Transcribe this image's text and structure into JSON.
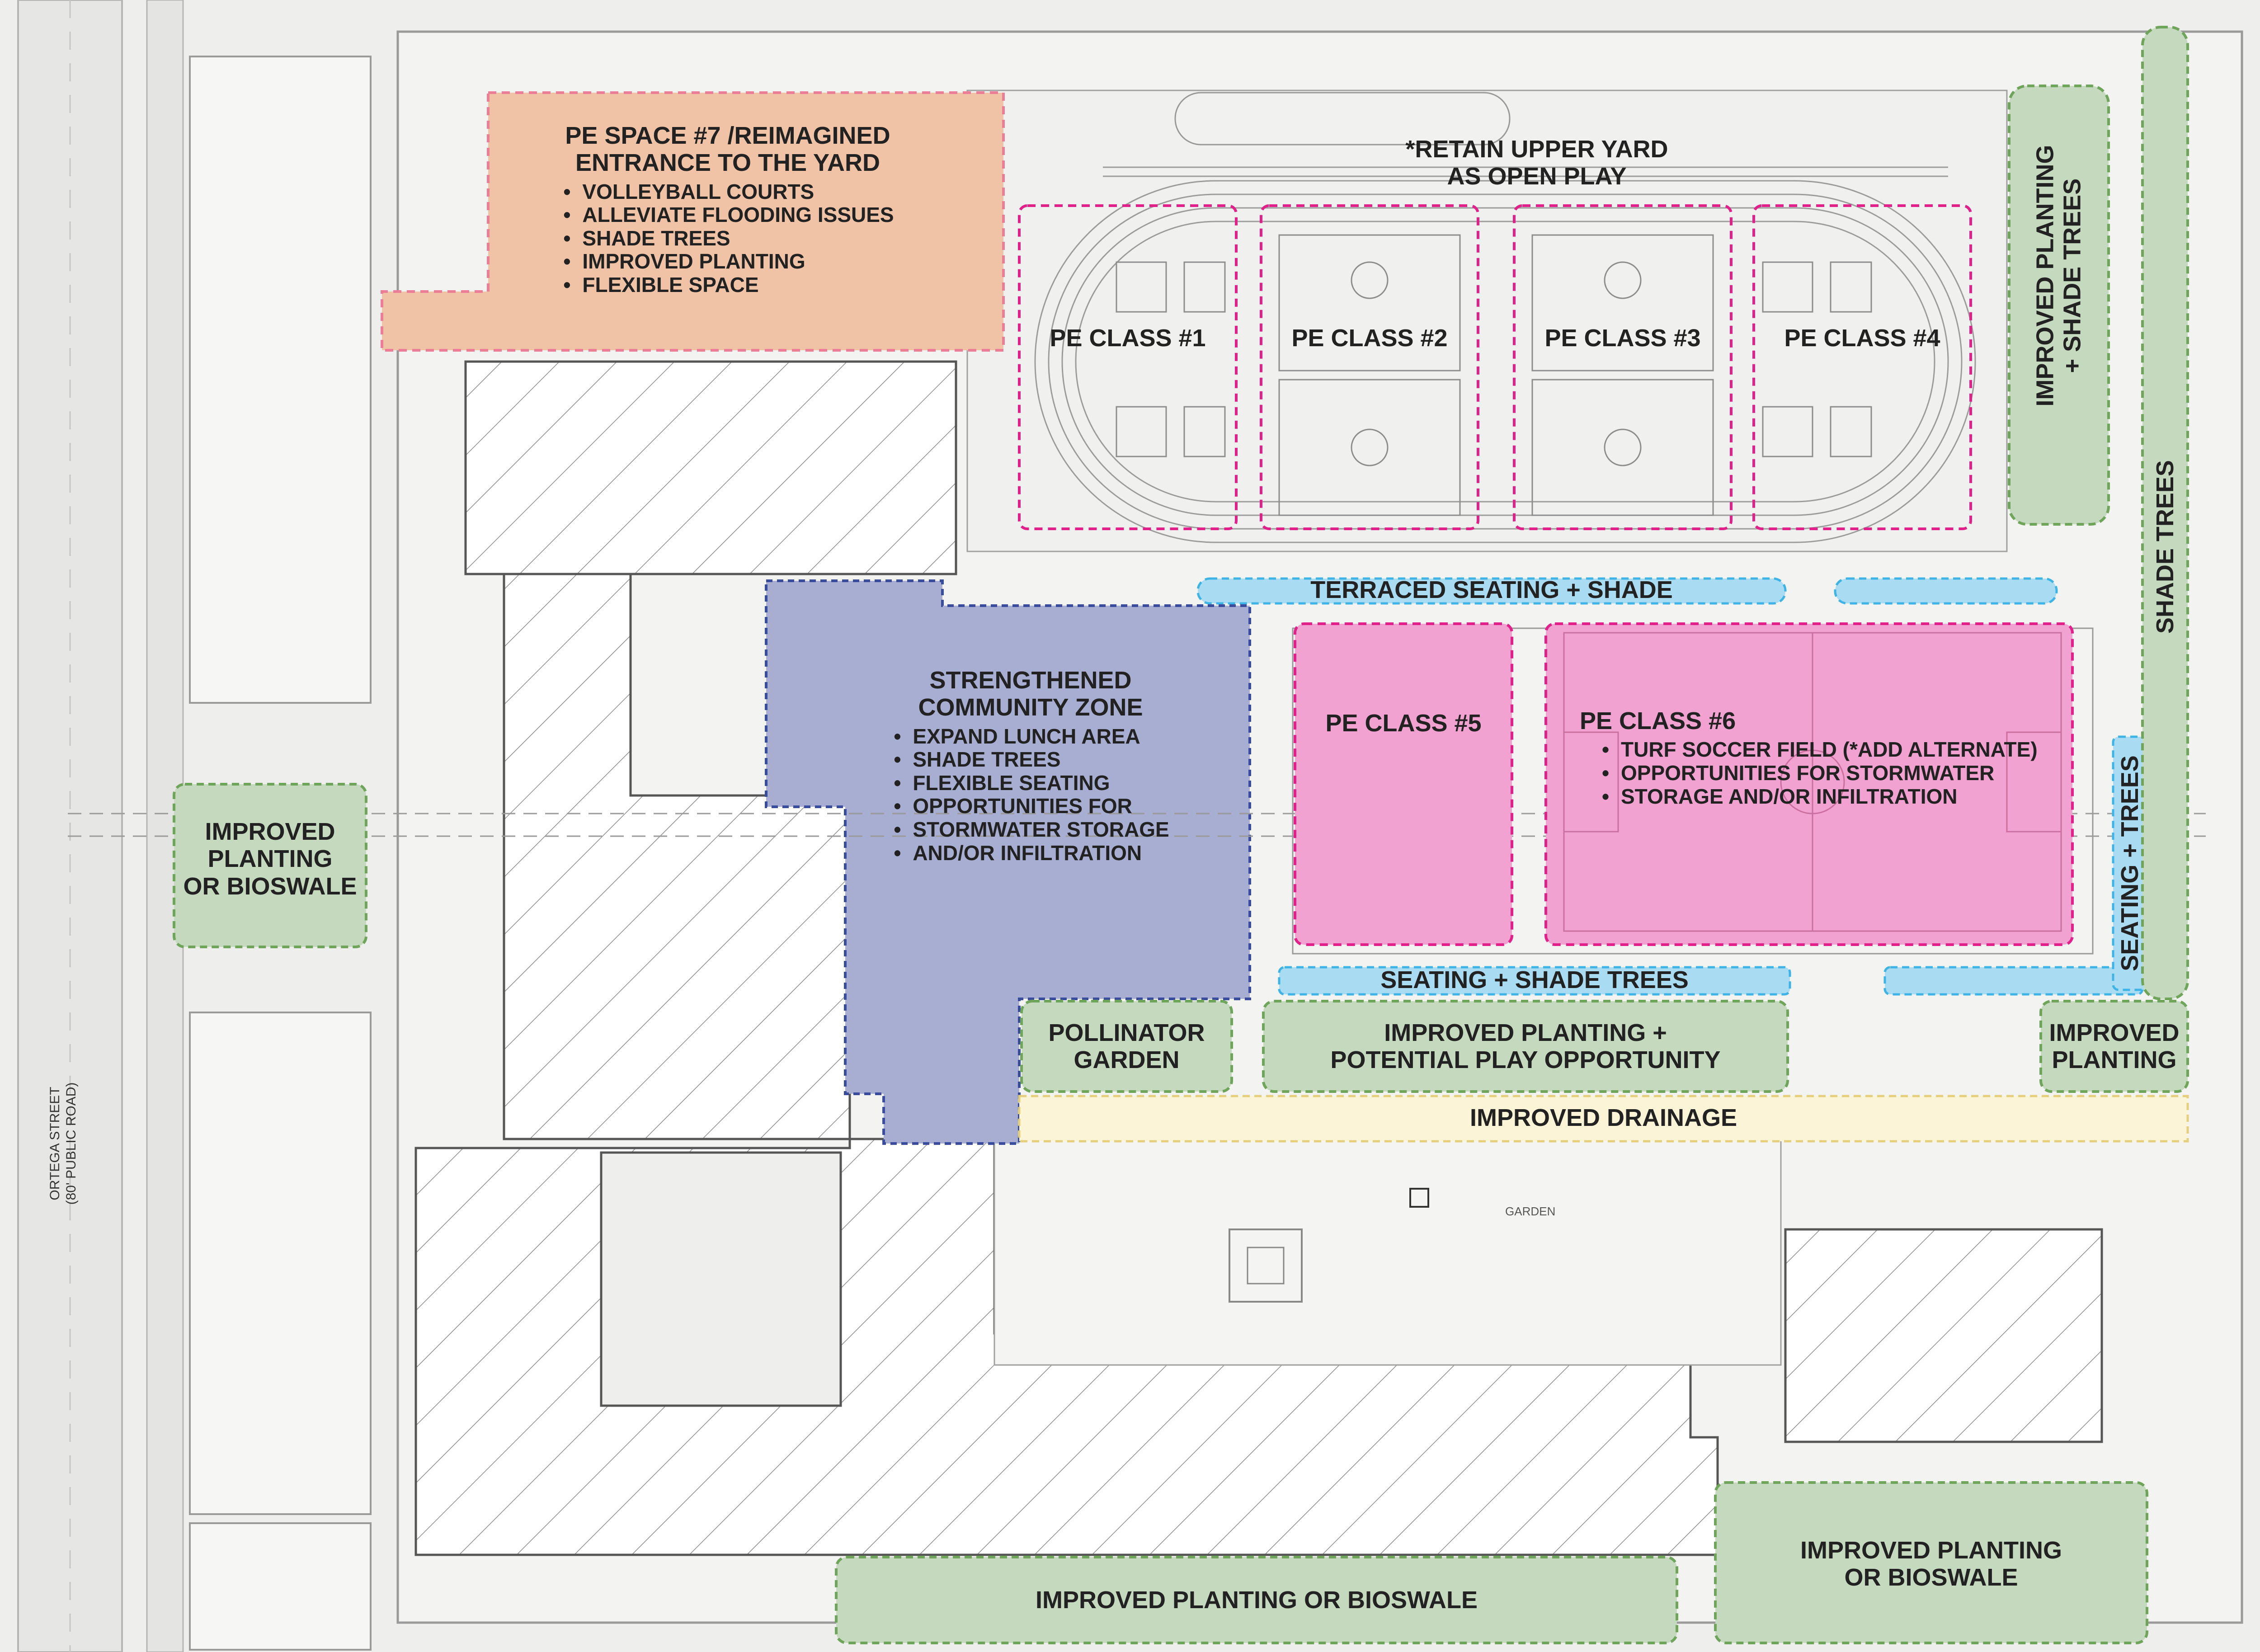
{
  "colors": {
    "pe_space_orange": "#f0c3a6",
    "pe_space_border": "#ec7d96",
    "pe_class_magenta": "#f2a2d0",
    "pe_class_border": "#e2208a",
    "community_blue": "#a7aed1",
    "community_border": "#3a4c9c",
    "seating_blue": "#a9dbf2",
    "seating_border": "#3db3e6",
    "planting_green": "#c5d9bf",
    "planting_border": "#6fa55a",
    "drainage_yellow": "#fbf4d6",
    "drainage_border": "#e6cf7c",
    "building_hatch": "#8a8a8a"
  },
  "zones": {
    "pe_space_7": {
      "title_line1": "PE SPACE #7 /REIMAGINED",
      "title_line2": "ENTRANCE TO THE YARD",
      "bullets": [
        "VOLLEYBALL COURTS",
        "ALLEVIATE FLOODING ISSUES",
        "SHADE TREES",
        "IMPROVED PLANTING",
        "FLEXIBLE SPACE"
      ]
    },
    "upper_yard": {
      "line1": "*RETAIN UPPER YARD",
      "line2": "AS OPEN PLAY"
    },
    "pe_class_1": "PE CLASS #1",
    "pe_class_2": "PE CLASS #2",
    "pe_class_3": "PE CLASS #3",
    "pe_class_4": "PE CLASS #4",
    "pe_class_5": "PE CLASS #5",
    "pe_class_6": {
      "title": "PE CLASS #6",
      "bullet1_line1": "TURF SOCCER FIELD (*ADD ALTERNATE)",
      "bullet2_line1": "OPPORTUNITIES FOR STORMWATER",
      "bullet2_line2": "STORAGE AND/OR INFILTRATION"
    },
    "community_zone": {
      "title_line1": "STRENGTHENED",
      "title_line2": "COMMUNITY ZONE",
      "bullets": [
        "EXPAND LUNCH AREA",
        "SHADE TREES",
        "FLEXIBLE SEATING",
        "OPPORTUNITIES FOR",
        "STORMWATER STORAGE",
        "AND/OR INFILTRATION"
      ]
    },
    "terraced_seating": "TERRACED SEATING + SHADE",
    "seating_shade_trees": "SEATING + SHADE TREES",
    "seating_trees_vertical": "SEATING + TREES",
    "pollinator_line1": "POLLINATOR",
    "pollinator_line2": "GARDEN",
    "improved_play_line1": "IMPROVED PLANTING +",
    "improved_play_line2": "POTENTIAL PLAY OPPORTUNITY",
    "improved_planting_right_line1": "IMPROVED",
    "improved_planting_right_line2": "PLANTING",
    "improved_drainage": "IMPROVED DRAINAGE",
    "bioswale_left": {
      "line1": "IMPROVED",
      "line2": "PLANTING",
      "line3": "OR BIOSWALE"
    },
    "bioswale_bottom": "IMPROVED PLANTING OR BIOSWALE",
    "bioswale_bottom_right": {
      "line1": "IMPROVED PLANTING",
      "line2": "OR BIOSWALE"
    },
    "planting_shade_trees_vertical": {
      "line1": "IMPROVED PLANTING",
      "line2": "+ SHADE TREES"
    },
    "shade_trees_vertical": "SHADE TREES"
  },
  "street": {
    "name": "ORTEGA STREET",
    "note": "(80' PUBLIC ROAD)"
  },
  "garden_label": "GARDEN"
}
